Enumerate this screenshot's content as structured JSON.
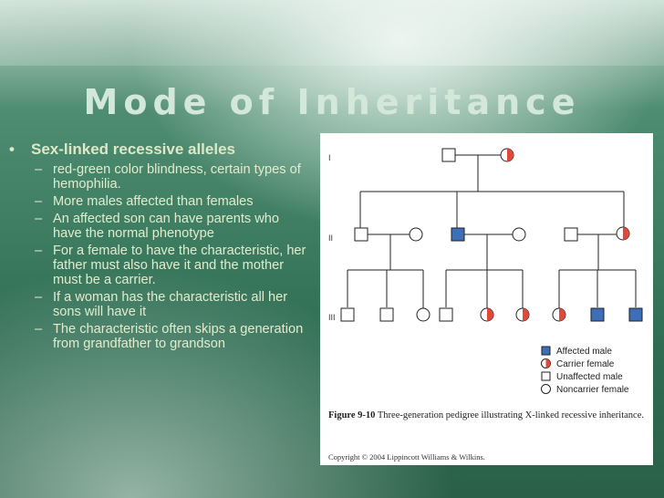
{
  "slide": {
    "title": "Mode of Inheritance",
    "bullet_marker": "•",
    "dash_marker": "–",
    "main_bullet": "Sex-linked recessive alleles",
    "sub_bullets": [
      "red-green color blindness, certain types of hemophilia.",
      "More males affected than females",
      "An affected son can have parents who have the normal phenotype",
      "For a female to have the characteristic, her father must also have it and the mother must be a carrier.",
      "If a woman has the characteristic all her sons will have it",
      "The characteristic often skips a generation from grandfather to grandson"
    ]
  },
  "figure": {
    "generation_labels": [
      "I",
      "II",
      "III"
    ],
    "legend": [
      "Affected male",
      "Carrier female",
      "Unaffected male",
      "Noncarrier female"
    ],
    "caption_label": "Figure 9-10",
    "caption_text": " Three-generation pedigree illustrating X-linked recessive inheritance.",
    "copyright": "Copyright © 2004 Lippincott Williams & Wilkins.",
    "colors": {
      "affected": "#3c6fb8",
      "carrier": "#e0483a",
      "line": "#222222"
    }
  }
}
